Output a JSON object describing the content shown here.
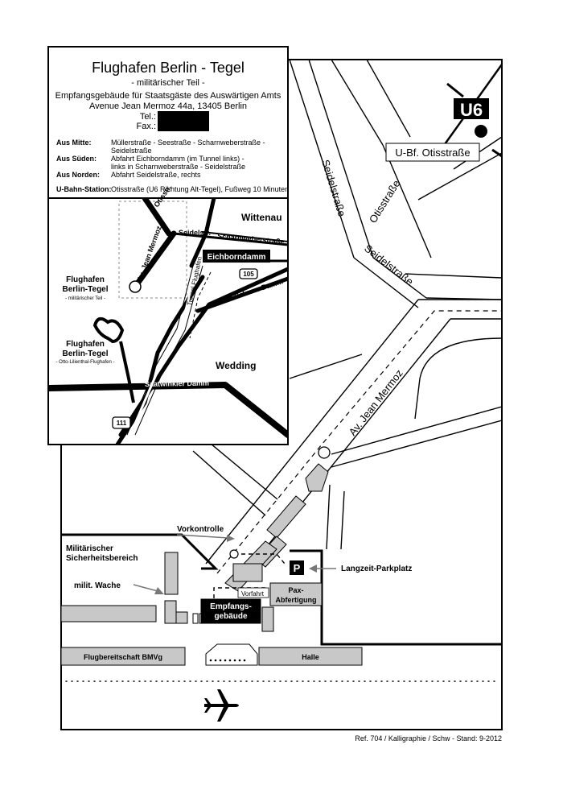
{
  "header": {
    "title": "Flughafen Berlin - Tegel",
    "subtitle": "- militärischer Teil -",
    "building": "Empfangsgebäude für Staatsgäste des Auswärtigen Amts",
    "address": "Avenue Jean Mermoz 44a, 13405 Berlin",
    "tel_label": "Tel.:",
    "fax_label": "Fax.:"
  },
  "directions": [
    {
      "label": "Aus Mitte:",
      "lines": [
        "Müllerstraße - Seestraße - Scharnweberstraße -",
        "Seidelstraße"
      ]
    },
    {
      "label": "Aus Süden:",
      "lines": [
        "Abfahrt Eichborndamm (im Tunnel links) -",
        "links in Scharnweberstraße - Seidelstraße"
      ]
    },
    {
      "label": "Aus Norden:",
      "lines": [
        "Abfahrt Seidelstraße, rechts"
      ]
    },
    {
      "label": "U-Bahn-Station:",
      "lines": [
        "Otisstraße (U6 Richtung Alt-Tegel), Fußweg 10 Minuten"
      ]
    }
  ],
  "inset": {
    "otisstr": "Otisstr.",
    "seidelstr": "Seidelstr.",
    "scharnweber": "Scharnweberstraße",
    "wittenau": "Wittenau",
    "eichborndamm": "Eichborndamm",
    "jean_mermoz": "Av. Jean Mermoz",
    "tunnel": "Tunnel Flughafen",
    "route_105": "105",
    "kurt_schum": "Kurt-Schum.-Damm",
    "tegel_mil_1": "Flughafen",
    "tegel_mil_2": "Berlin-Tegel",
    "tegel_mil_3": "- militärischer Teil -",
    "tegel_civ_1": "Flughafen",
    "tegel_civ_2": "Berlin-Tegel",
    "tegel_civ_3": "- Otto-Lilienthal-Flughafen -",
    "wedding": "Wedding",
    "saatwinkler": "Saatwinkler Damm",
    "route_111": "111"
  },
  "main": {
    "u6": "U6",
    "ubf": "U-Bf. Otisstraße",
    "seidelstrasse_1": "Seidelstraße",
    "otisstrasse": "Otisstraße",
    "seidelstrasse_2": "Seidelstraße",
    "jean_mermoz": "Av. Jean Mermoz",
    "vorkontrolle": "Vorkontrolle",
    "militaer_1": "Militärischer",
    "militaer_2": "Sicherheitsbereich",
    "wache": "milit. Wache",
    "parking_symbol": "P",
    "langzeit": "Langzeit-Parkplatz",
    "vorfahrt": "Vorfahrt",
    "empfang_1": "Empfangs-",
    "empfang_2": "gebäude",
    "pax_1": "Pax-",
    "pax_2": "Abfertigung",
    "bmvg": "Flugbereitschaft BMVg",
    "halle": "Halle"
  },
  "footer": "Ref. 704 / Kalligraphie / Schw - Stand: 9-2012",
  "colors": {
    "ink": "#000000",
    "gray": "#c8c8c8",
    "paper": "#ffffff"
  }
}
